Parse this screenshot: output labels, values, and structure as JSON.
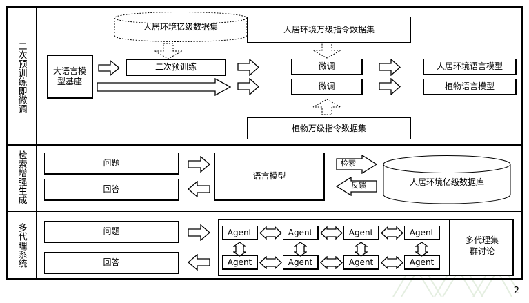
{
  "page": {
    "page_number": "2"
  },
  "rows": [
    {
      "label": "二次预训练即微调"
    },
    {
      "label": "检索增强生成"
    },
    {
      "label": "多代理系统"
    }
  ],
  "pretrain_section": {
    "dataset_cylinder": "人居环境亿级数据集",
    "instruction_dataset_top": "人居环境万级指令数据集",
    "instruction_dataset_bottom": "植物万级指令数据集",
    "base_model_line1": "大语言模",
    "base_model_line2": "型基座",
    "secondary_pretrain": "二次预训练",
    "finetune_top": "微调",
    "finetune_bottom": "微调",
    "output_model_top": "人居环境语言模型",
    "output_model_bottom": "植物语言模型"
  },
  "rag_section": {
    "question": "问题",
    "answer": "回答",
    "language_model": "语言模型",
    "retrieve_label": "检索",
    "feedback_label": "反馈",
    "database_cylinder": "人居环境亿级数据库"
  },
  "agent_section": {
    "question": "问题",
    "answer": "回答",
    "agents_row_top": [
      "Agent",
      "Agent",
      "Agent",
      "Agent"
    ],
    "agents_row_bottom": [
      "Agent",
      "Agent",
      "Agent",
      "Agent"
    ],
    "discussion_line1": "多代理集",
    "discussion_line2": "群讨论"
  },
  "icons": {
    "arrow_right": "block-arrow-right-icon",
    "arrow_left": "block-arrow-left-icon",
    "arrow_down": "block-arrow-down-icon",
    "arrow_up": "block-arrow-up-icon",
    "arrow_lr": "block-arrow-left-right-icon",
    "arrow_ud": "block-arrow-up-down-icon",
    "cylinder": "database-cylinder-icon"
  },
  "colors": {
    "stroke": "#000000",
    "background": "#ffffff",
    "watermark": "#b9d3b0"
  }
}
